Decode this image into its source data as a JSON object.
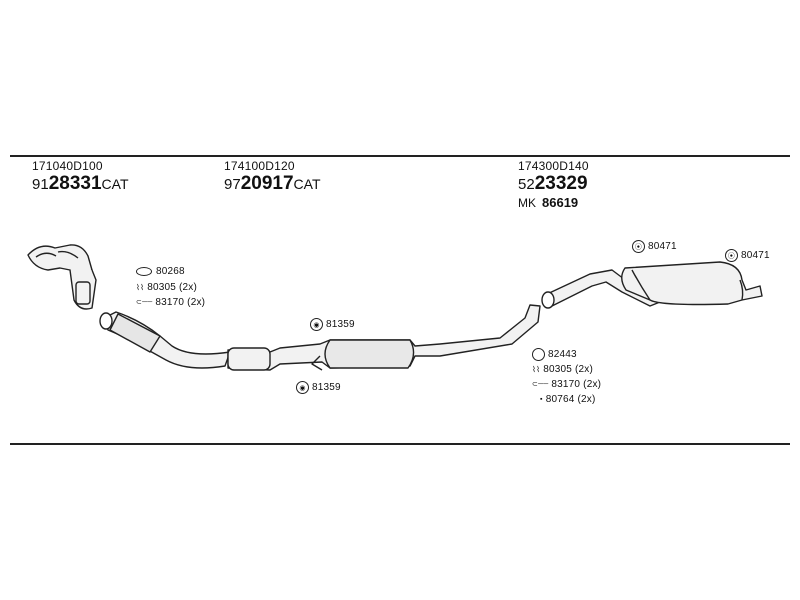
{
  "parts": {
    "front": {
      "code": "171040D100",
      "prefix": "91",
      "number": "28331",
      "suffix": "CAT"
    },
    "middle": {
      "code": "174100D120",
      "prefix": "97",
      "number": "20917",
      "suffix": "CAT"
    },
    "rear": {
      "code": "174300D140",
      "prefix": "52",
      "number": "23329",
      "mk_prefix": "MK",
      "mk_number": "86619"
    }
  },
  "fittings": {
    "front_ring": "80268",
    "front_spring": "80305 (2x)",
    "front_bolt": "83170 (2x)",
    "mid_top_clamp": "81359",
    "mid_bottom_clamp": "81359",
    "rear_ring": "82443",
    "rear_spring": "80305 (2x)",
    "rear_bolt": "83170 (2x)",
    "rear_nut": "80764 (2x)",
    "hanger_left": "80471",
    "hanger_right": "80471"
  },
  "icons": {
    "clamp": "clamp-icon",
    "ring": "gasket-ring-icon",
    "spring": "spring-icon",
    "bolt": "bolt-icon",
    "nut": "nut-icon",
    "hanger": "rubber-hanger-icon"
  }
}
